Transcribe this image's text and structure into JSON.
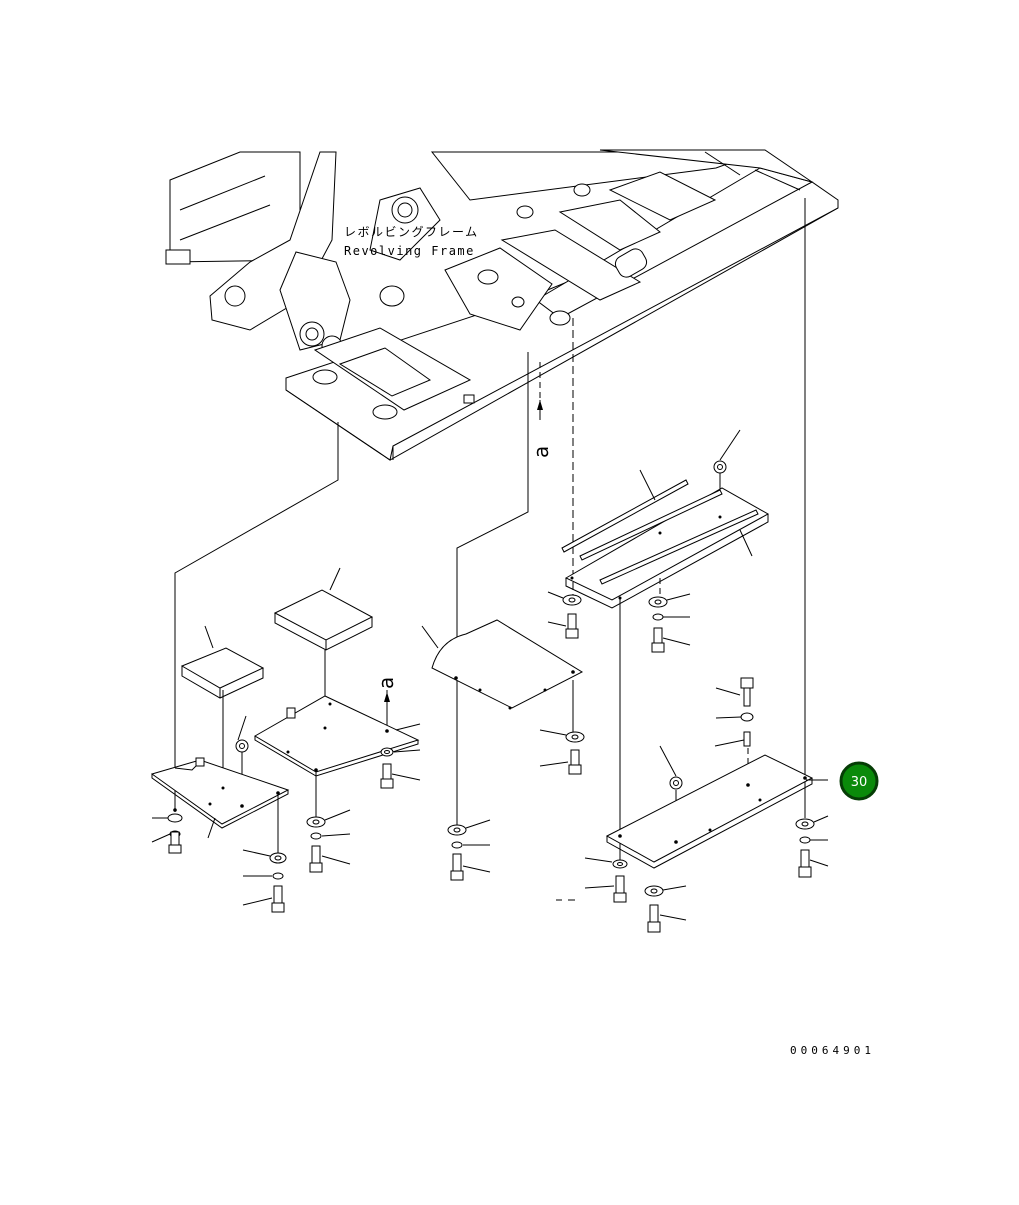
{
  "labels": {
    "frame_jp": "レボルビングフレーム",
    "frame_en": "Revolving Frame",
    "view_marker": "a"
  },
  "drawing_code": "00064901",
  "badge": {
    "number": "30",
    "color": "#0a8a0a"
  }
}
